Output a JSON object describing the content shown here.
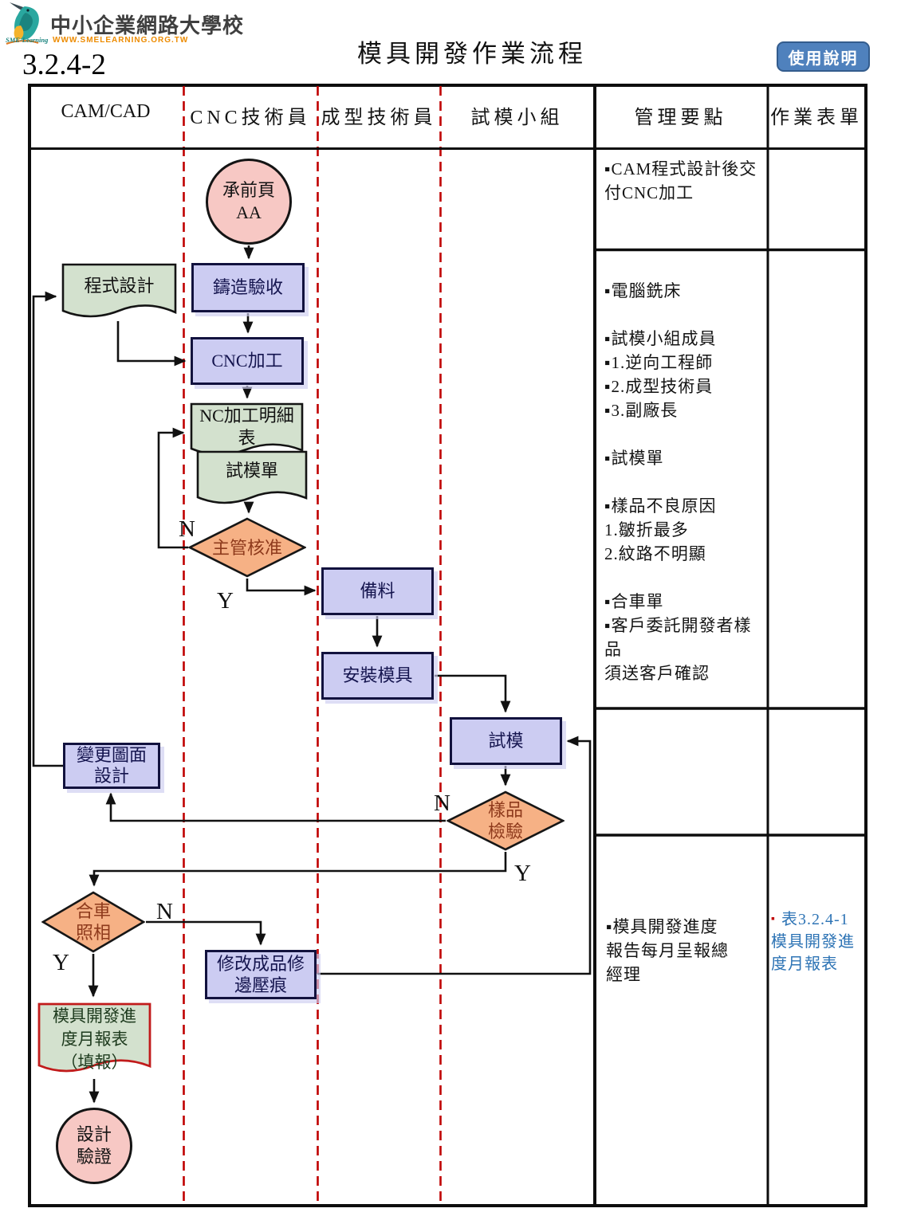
{
  "header": {
    "brand": "中小企業網路大學校",
    "brand_url": "WWW.SMELEARNING.ORG.TW",
    "logo_script": "SME-Learning",
    "doc_number": "3.2.4-2",
    "title": "模具開發作業流程",
    "help_button": "使用說明"
  },
  "columns": [
    "CAM/CAD",
    "CNC技術員",
    "成型技術員",
    "試模小組",
    "管理要點",
    "作業表單"
  ],
  "flowchart": {
    "nodes": {
      "start": {
        "type": "terminal",
        "label": "承前頁\nAA"
      },
      "casting": {
        "type": "process",
        "label": "鑄造驗收"
      },
      "cnc": {
        "type": "process",
        "label": "CNC加工"
      },
      "program_design": {
        "type": "document",
        "label": "程式設計"
      },
      "nc_detail": {
        "type": "document",
        "label": "NC加工明細\n表"
      },
      "trial_form": {
        "type": "document",
        "label": "試模單"
      },
      "approve": {
        "type": "decision",
        "label": "主管核准"
      },
      "material": {
        "type": "process",
        "label": "備料"
      },
      "install": {
        "type": "process",
        "label": "安裝模具"
      },
      "trial": {
        "type": "process",
        "label": "試模"
      },
      "inspect": {
        "type": "decision",
        "label": "樣品\n檢驗"
      },
      "change_design": {
        "type": "process",
        "label": "變更圖面\n設計"
      },
      "photo": {
        "type": "decision",
        "label": "合車\n照相"
      },
      "fix": {
        "type": "process",
        "label": "修改成品修\n邊壓痕"
      },
      "report": {
        "type": "document",
        "label": "模具開發進\n度月報表\n（填報）"
      },
      "verify": {
        "type": "terminal",
        "label": "設計\n驗證"
      }
    },
    "branch_labels": {
      "approve_n": "N",
      "approve_y": "Y",
      "inspect_n": "N",
      "inspect_y": "Y",
      "photo_n": "N",
      "photo_y": "Y"
    }
  },
  "management_notes": {
    "section1": "▪CAM程式設計後交\n付CNC加工",
    "section2": "▪電腦銑床\n\n▪試模小組成員\n▪1.逆向工程師\n▪2.成型技術員\n▪3.副廠長\n\n▪試模單\n\n▪樣品不良原因\n1.皺折最多\n2.紋路不明顯\n\n▪合車單\n▪客戶委託開發者樣品\n須送客戶確認",
    "section4": "▪模具開發進度\n報告每月呈報總\n經理"
  },
  "forms": {
    "bullet": "▪",
    "link": "表3.2.4-1模具開發進度月報表"
  },
  "colors": {
    "process_fill": "#ccccf2",
    "decision_fill": "#f6b185",
    "document_fill": "#d3e1ce",
    "terminal_fill": "#f7c8c4",
    "divider_red": "#c00000",
    "report_border_red": "#c11b1b",
    "link_blue": "#2e74b5",
    "button_blue": "#4f81bd",
    "url_orange": "#ed8b00"
  }
}
